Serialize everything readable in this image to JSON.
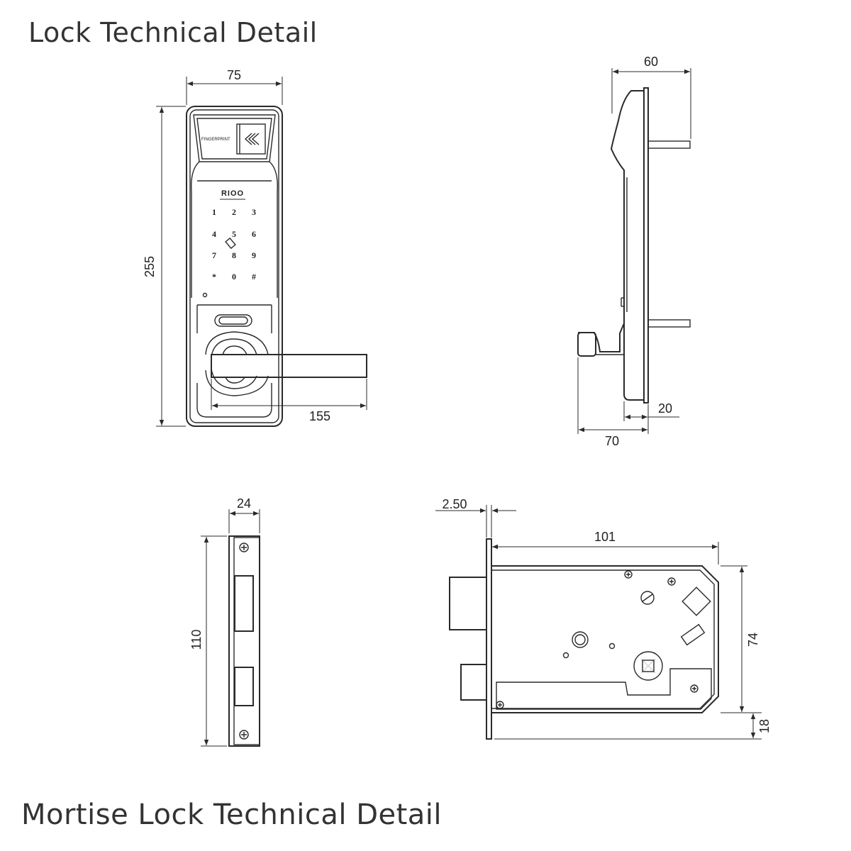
{
  "titles": {
    "lock": "Lock Technical Detail",
    "mortise": "Mortise Lock Technical Detail"
  },
  "front_view": {
    "brand": "RIOO",
    "fingerprint_label": "FINGERPRINT",
    "keypad": [
      "1",
      "2",
      "3",
      "4",
      "5",
      "6",
      "7",
      "8",
      "9",
      "*",
      "0",
      "#"
    ],
    "dims": {
      "width": "75",
      "height": "255",
      "handle": "155"
    }
  },
  "side_view": {
    "dims": {
      "depth": "60",
      "plate": "20",
      "handle_depth": "70"
    }
  },
  "faceplate_view": {
    "dims": {
      "width": "24",
      "height": "110"
    }
  },
  "mortise_view": {
    "dims": {
      "plate_thickness": "2.50",
      "body_length": "101",
      "body_height": "74",
      "offset": "18"
    }
  }
}
